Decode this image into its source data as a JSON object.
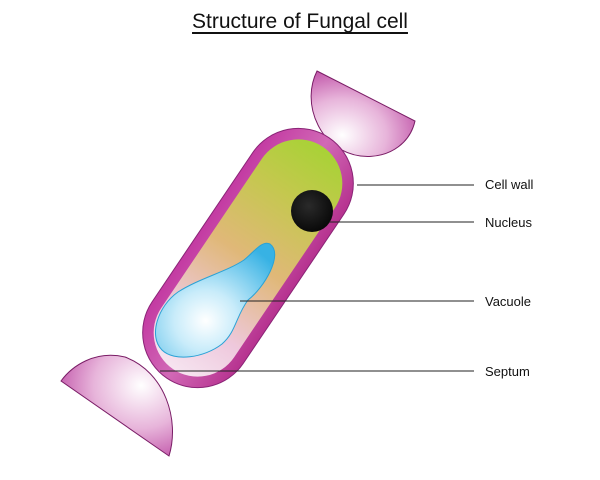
{
  "title": "Structure of Fungal cell",
  "labels": {
    "cell_wall": "Cell wall",
    "nucleus": "Nucleus",
    "vacuole": "Vacuole",
    "septum": "Septum"
  },
  "colors": {
    "cell_wall": "#b8329c",
    "cytoplasm_top": "#a8cf3a",
    "cytoplasm_mid": "#e0b872",
    "nucleus": "#0e0e0e",
    "vacuole": "#3fb6e6",
    "septum": "#c0399e"
  }
}
